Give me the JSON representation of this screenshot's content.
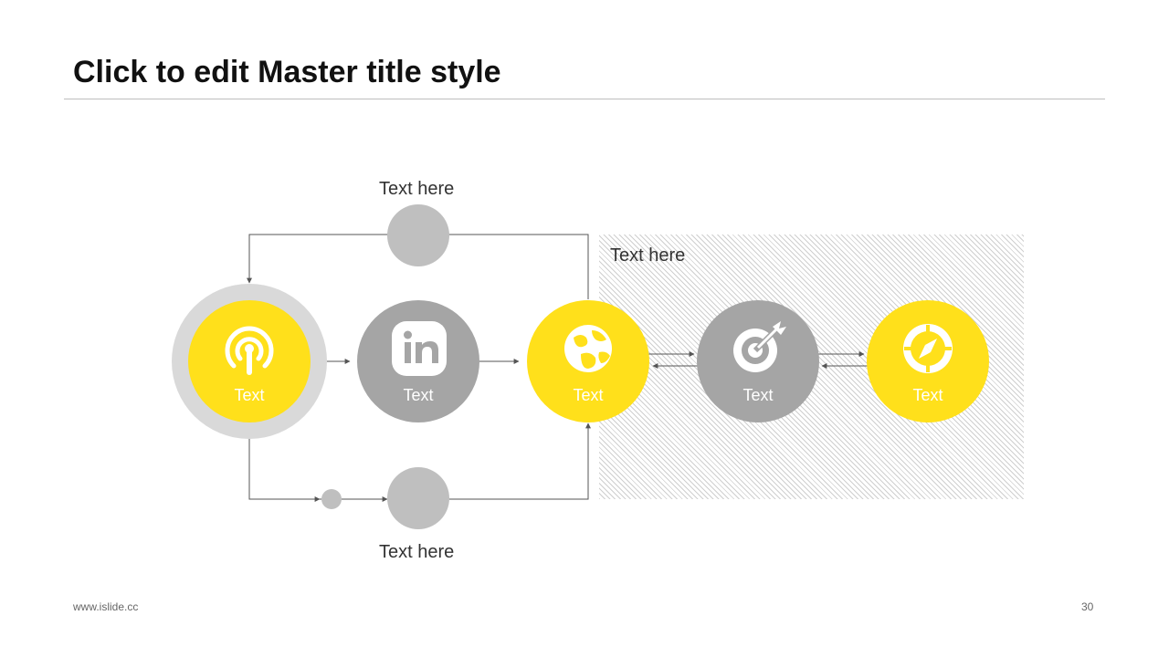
{
  "slide": {
    "title": "Click to edit Master title style",
    "footer_url": "www.islide.cc",
    "page_number": "30"
  },
  "labels": {
    "top": "Text here",
    "bottom": "Text here",
    "box": "Text here"
  },
  "nodes": [
    {
      "label": "Text",
      "icon": "podcast-icon",
      "color": "#FFE01B"
    },
    {
      "label": "Text",
      "icon": "linkedin-icon",
      "color": "#A5A5A5"
    },
    {
      "label": "Text",
      "icon": "globe-icon",
      "color": "#FFE01B"
    },
    {
      "label": "Text",
      "icon": "target-icon",
      "color": "#A5A5A5"
    },
    {
      "label": "Text",
      "icon": "compass-icon",
      "color": "#FFE01B"
    }
  ],
  "colors": {
    "yellow": "#FFE01B",
    "gray": "#A5A5A5",
    "light_gray": "#BFBFBF",
    "ring": "#D9D9D9"
  }
}
